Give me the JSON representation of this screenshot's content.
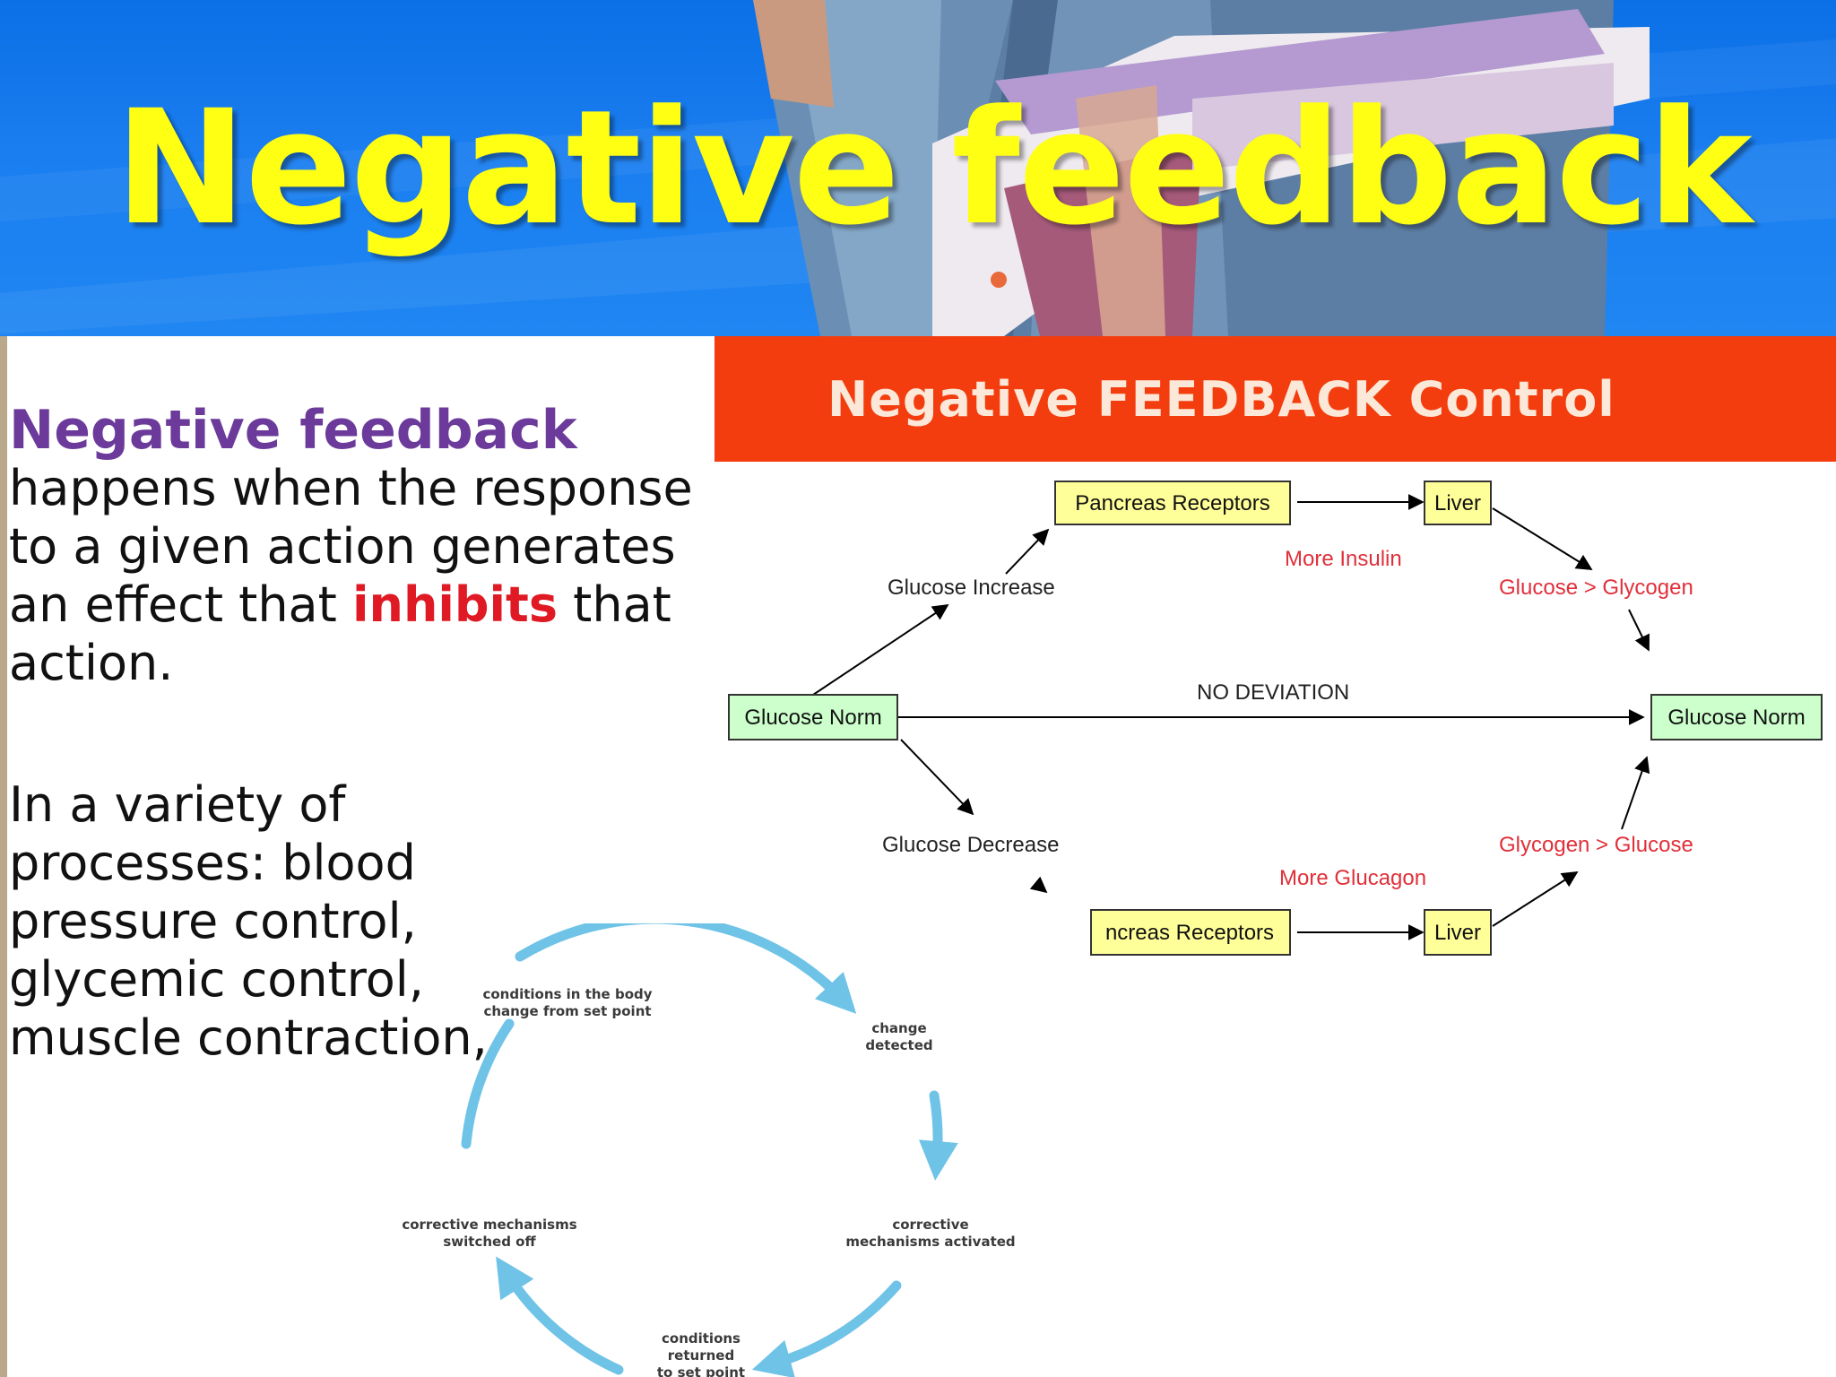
{
  "title": "Negative feedback",
  "colors": {
    "header_blue": "#1a7ef0",
    "title_yellow": "#ffff14",
    "term_purple": "#6c3a9a",
    "highlight_red": "#e01a24",
    "banner_orange": "#f43d0e",
    "node_fill": "#ffff99",
    "node_green": "#ccffcc",
    "red_label": "#e0303a",
    "cycle_blue": "#6fc3e6"
  },
  "definition": {
    "term": "Negative feedback",
    "body_before": "happens when the response to a given action generates an effect that ",
    "emphasis": "inhibits",
    "body_after": " that action.",
    "examples_lines": [
      "In a variety of",
      "processes:  blood",
      "pressure control,",
      "glycemic control,",
      "muscle contraction,"
    ]
  },
  "glucose_diagram": {
    "title": "Negative FEEDBACK Control",
    "nodes": {
      "pancreas_top": "Pancreas Receptors",
      "liver_top": "Liver",
      "norm_left": "Glucose Norm",
      "norm_right": "Glucose Norm",
      "pancreas_bottom": "ncreas Receptors",
      "liver_bottom": "Liver"
    },
    "labels": {
      "glucose_increase": "Glucose Increase",
      "more_insulin": "More Insulin",
      "glucose_to_glycogen": "Glucose > Glycogen",
      "no_deviation": "NO DEVIATION",
      "glucose_decrease": "Glucose Decrease",
      "more_glucagon": "More Glucagon",
      "glycogen_to_glucose": "Glycogen > Glucose"
    }
  },
  "feedback_cycle": {
    "steps": {
      "change": [
        "conditions in the body",
        "change from set point"
      ],
      "detected": [
        "change",
        "detected"
      ],
      "activated": [
        "corrective",
        "mechanisms activated"
      ],
      "returned": [
        "conditions",
        "returned",
        "to set point"
      ],
      "off": [
        "corrective mechanisms",
        "switched off"
      ]
    }
  }
}
